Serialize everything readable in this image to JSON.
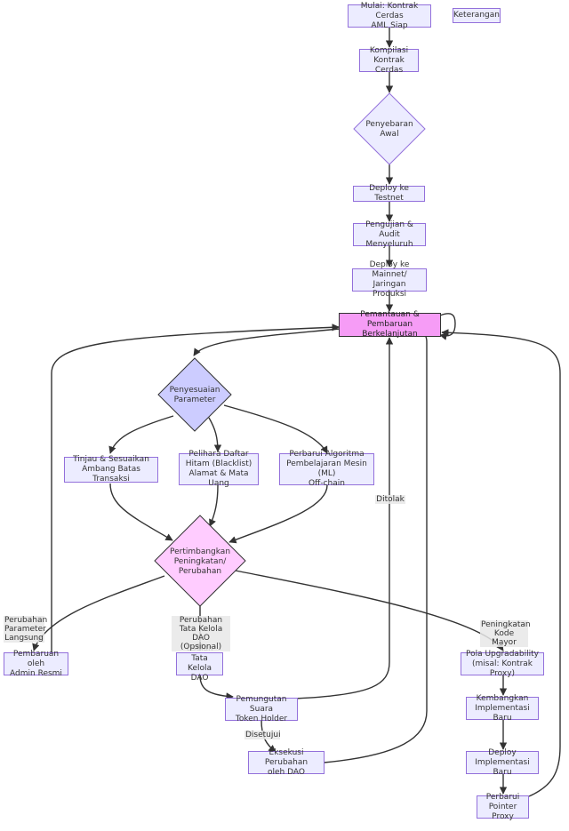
{
  "nodes": {
    "start": "Mulai: Kontrak Cerdas\nAML Siap",
    "legend": "Keterangan",
    "compile": "Kompilasi\nKontrak Cerdas",
    "initial_deploy": "Penyebaran\nAwal",
    "testnet": "Deploy ke Testnet",
    "audit": "Pengujian & Audit\nMenyeluruh",
    "mainnet": "Deploy ke Mainnet/\nJaringan Produksi",
    "monitor": "Pemantauan & Pembaruan\nBerkelanjutan",
    "param": "Penyesuaian\nParameter",
    "threshold": "Tinjau & Sesuaikan\nAmbang Batas Transaksi",
    "blacklist": "Pelihara Daftar\nHitam (Blacklist)\nAlamat & Mata Uang",
    "ml": "Perbarui Algoritma\nPembelajaran Mesin (ML)\nOff-chain",
    "consider": "Pertimbangkan\nPeningkatan/\nPerubahan",
    "admin_update": "Pembaruan oleh\nAdmin Resmi",
    "dao_proposal": "Usulan Tata\nKelola DAO",
    "vote": "Pemungutan Suara\nToken Holder",
    "dao_exec": "Eksekusi Perubahan\noleh DAO",
    "proxy": "Pola Upgradability\n(misal: Kontrak Proxy)",
    "develop": "Kembangkan\nImplementasi Baru",
    "deploy_new": "Deploy\nImplementasi Baru",
    "update_pointer": "Perbarui\nPointer Proxy"
  },
  "edge_labels": {
    "direct": "Perubahan\nParameter\nLangsung",
    "dao": "Perubahan\nTata Kelola\nDAO (Opsional)",
    "major": "Peningkatan\nKode Mayor",
    "rejected": "Ditolak",
    "approved": "Disetujui"
  },
  "colors": {
    "node_fill": "#ececff",
    "node_stroke": "#9370db",
    "monitor_fill": "#f69cf6",
    "param_fill": "#ccccff",
    "consider_fill": "#ffccff",
    "edge": "#333333"
  }
}
